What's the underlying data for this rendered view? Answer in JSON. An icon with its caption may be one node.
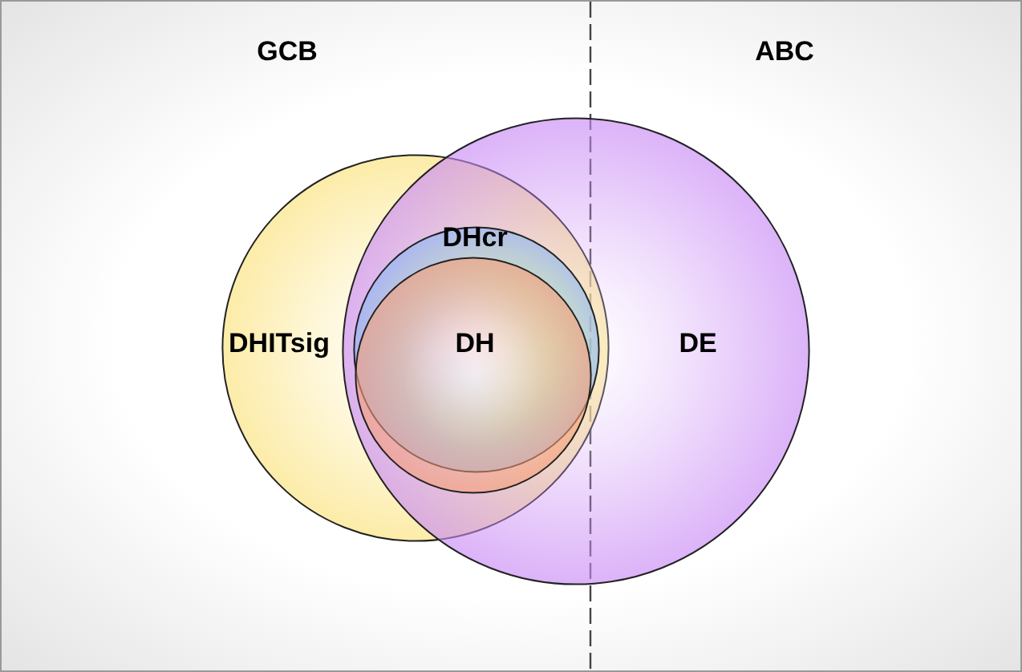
{
  "diagram": {
    "nodes": [
      {
        "text": [
          "DHITsig"
        ]
      },
      {
        "text": [
          "DHcr"
        ]
      },
      {
        "text": [
          "DH"
        ]
      },
      {
        "text": [
          "DE"
        ]
      }
    ],
    "labels": [
      "GCB",
      "ABC"
    ]
  }
}
